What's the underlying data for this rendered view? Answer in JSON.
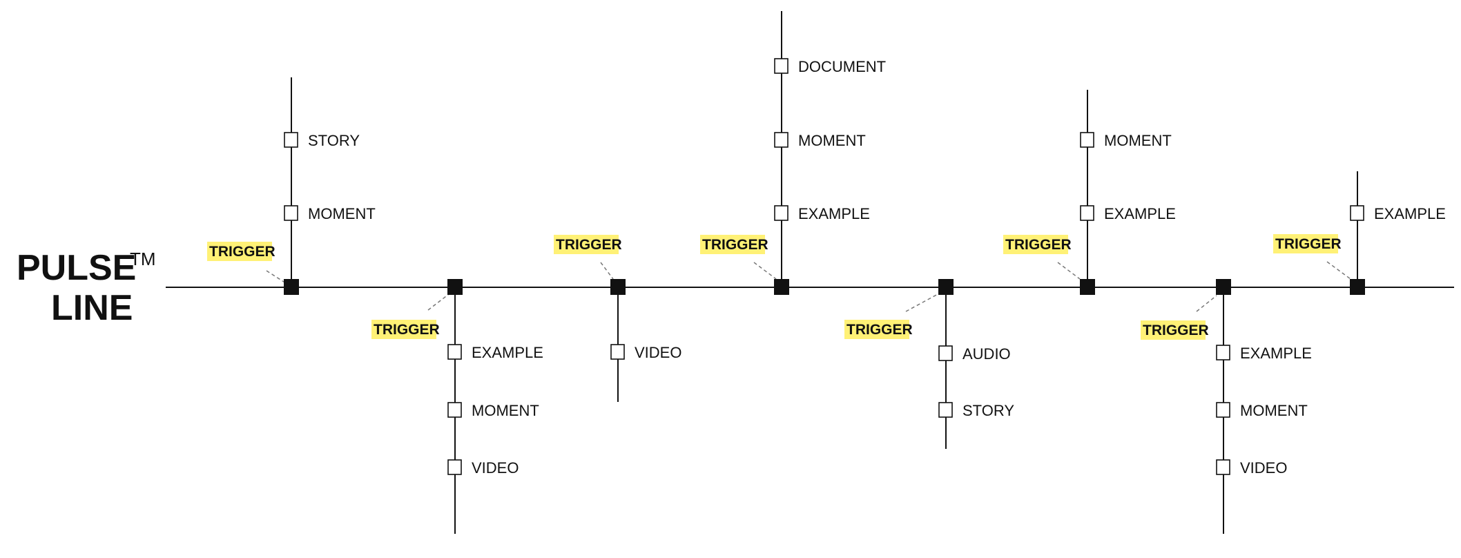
{
  "title": {
    "line1": "PULSE",
    "line2": "LINE",
    "mark": "TM"
  },
  "colors": {
    "line": "#111111",
    "node_fill": "#111111",
    "highlight": "#fff176",
    "leader": "#777777"
  },
  "trigger_label": "TRIGGER",
  "events": [
    {
      "id": 1,
      "side": "up",
      "items": [
        "MOMENT",
        "STORY"
      ]
    },
    {
      "id": 2,
      "side": "down",
      "items": [
        "EXAMPLE",
        "MOMENT",
        "VIDEO"
      ]
    },
    {
      "id": 3,
      "side": "down",
      "items": [
        "VIDEO"
      ]
    },
    {
      "id": 4,
      "side": "up",
      "items": [
        "EXAMPLE",
        "MOMENT",
        "DOCUMENT"
      ]
    },
    {
      "id": 5,
      "side": "down",
      "items": [
        "AUDIO",
        "STORY"
      ]
    },
    {
      "id": 6,
      "side": "up",
      "items": [
        "EXAMPLE",
        "MOMENT"
      ]
    },
    {
      "id": 7,
      "side": "down",
      "items": [
        "EXAMPLE",
        "MOMENT",
        "VIDEO"
      ]
    },
    {
      "id": 8,
      "side": "up",
      "items": [
        "EXAMPLE"
      ]
    }
  ]
}
